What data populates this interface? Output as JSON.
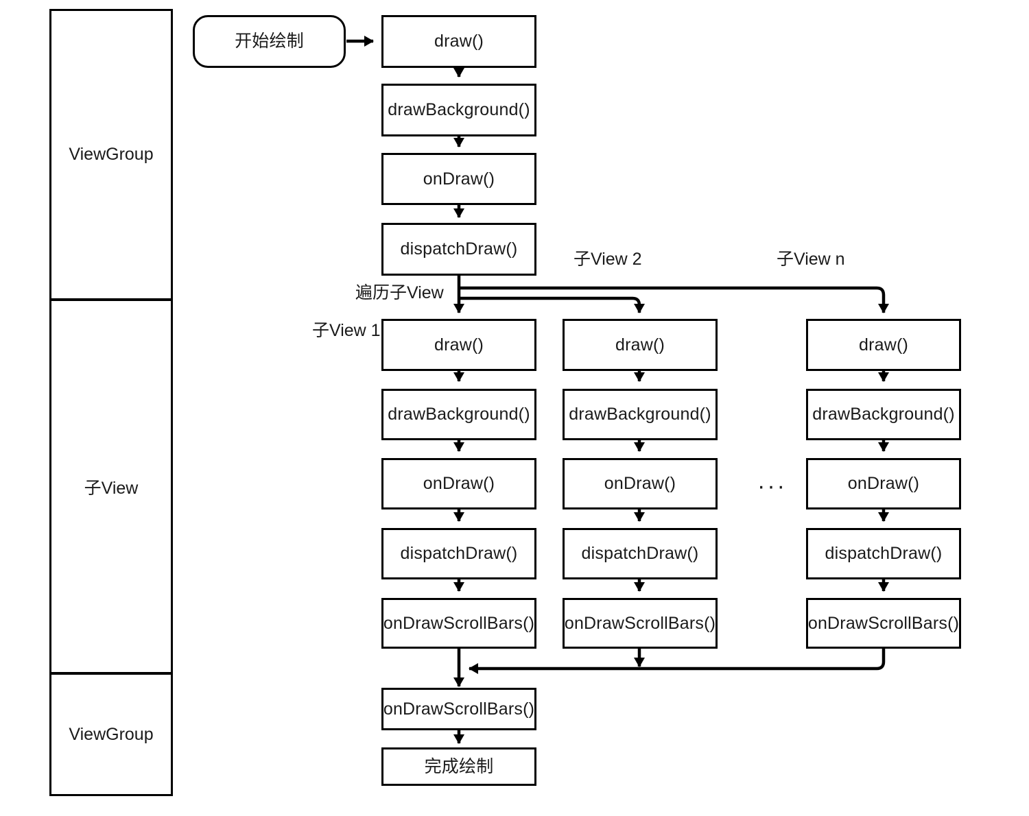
{
  "diagram": {
    "title_hidden": "",
    "colors": {
      "stroke": "#000000",
      "text": "#1a1a1a",
      "background": "#ffffff"
    }
  },
  "sidebar": {
    "sections": [
      {
        "label": "ViewGroup"
      },
      {
        "label": "子View"
      },
      {
        "label": "ViewGroup"
      }
    ]
  },
  "start": {
    "label": "开始绘制"
  },
  "parent_flow": {
    "steps": [
      {
        "label": "draw()"
      },
      {
        "label": "drawBackground()"
      },
      {
        "label": "onDraw()"
      },
      {
        "label": "dispatchDraw()"
      }
    ]
  },
  "branch_label": "遍历子View",
  "children": [
    {
      "header": "子View 1",
      "steps": [
        {
          "label": "draw()"
        },
        {
          "label": "drawBackground()"
        },
        {
          "label": "onDraw()"
        },
        {
          "label": "dispatchDraw()"
        },
        {
          "label": "onDrawScrollBars()"
        }
      ]
    },
    {
      "header": "子View 2",
      "steps": [
        {
          "label": "draw()"
        },
        {
          "label": "drawBackground()"
        },
        {
          "label": "onDraw()"
        },
        {
          "label": "dispatchDraw()"
        },
        {
          "label": "onDrawScrollBars()"
        }
      ]
    },
    {
      "header": "子View n",
      "steps": [
        {
          "label": "draw()"
        },
        {
          "label": "drawBackground()"
        },
        {
          "label": "onDraw()"
        },
        {
          "label": "dispatchDraw()"
        },
        {
          "label": "onDrawScrollBars()"
        }
      ]
    }
  ],
  "ellipsis": "···",
  "tail_flow": {
    "steps": [
      {
        "label": "onDrawScrollBars()"
      },
      {
        "label": "完成绘制"
      }
    ]
  }
}
